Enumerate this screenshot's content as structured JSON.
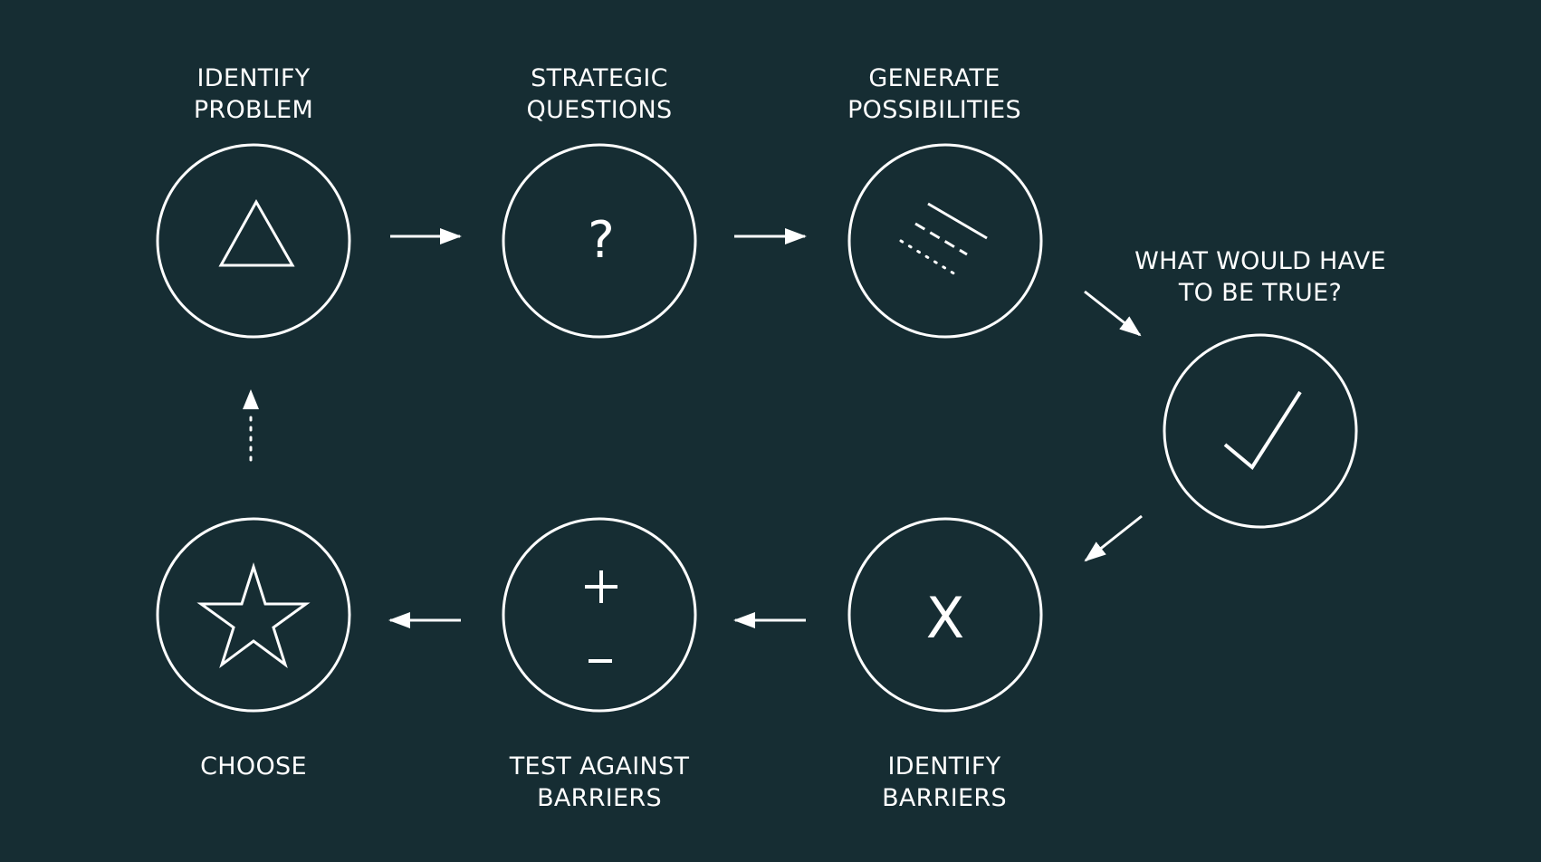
{
  "colors": {
    "background": "#162d33",
    "stroke": "#ffffff"
  },
  "steps": [
    {
      "id": "identify-problem",
      "label": "IDENTIFY\nPROBLEM",
      "icon": "triangle-icon"
    },
    {
      "id": "strategic-questions",
      "label": "STRATEGIC\nQUESTIONS",
      "icon": "question-mark-icon"
    },
    {
      "id": "generate-possibilities",
      "label": "GENERATE\nPOSSIBILITIES",
      "icon": "lines-icon"
    },
    {
      "id": "what-would-have-to-be-true",
      "label": "WHAT WOULD HAVE\nTO BE TRUE?",
      "icon": "checkmark-icon"
    },
    {
      "id": "identify-barriers",
      "label": "IDENTIFY\nBARRIERS",
      "icon": "x-icon"
    },
    {
      "id": "test-against-barriers",
      "label": "TEST AGAINST\nBARRIERS",
      "icon": "plus-minus-icon"
    },
    {
      "id": "choose",
      "label": "CHOOSE",
      "icon": "star-icon"
    }
  ],
  "icon_glyphs": {
    "question": "?",
    "x": "X",
    "plus": "+",
    "minus": "–"
  }
}
